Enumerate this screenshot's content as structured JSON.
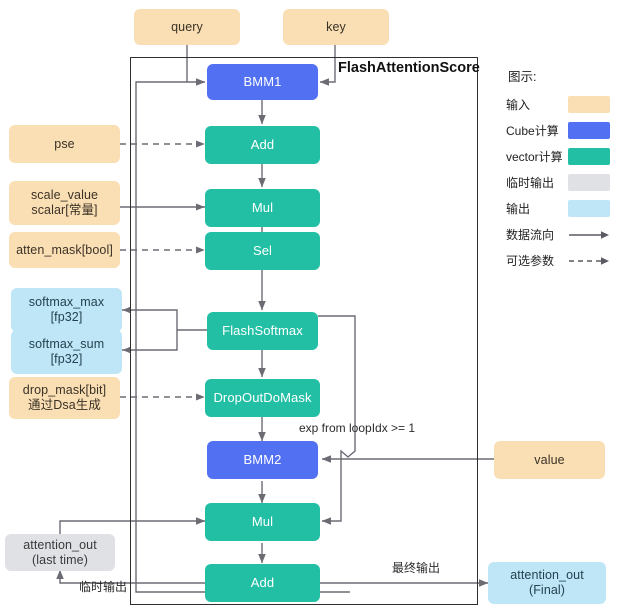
{
  "diagram": {
    "title": "FlashAttentionScore",
    "nodes": {
      "query": "query",
      "key": "key",
      "bmm1": "BMM1",
      "add1": "Add",
      "mul1": "Mul",
      "sel": "Sel",
      "flashsoftmax": "FlashSoftmax",
      "dropoutdomask": "DropOutDoMask",
      "bmm2": "BMM2",
      "mul2": "Mul",
      "add2": "Add",
      "pse": "pse",
      "scale_value": "scale_value\nscalar[常量]",
      "atten_mask": "atten_mask[bool]",
      "softmax_max": "softmax_max\n[fp32]",
      "softmax_sum": "softmax_sum\n[fp32]",
      "drop_mask": "drop_mask[bit]\n通过Dsa生成",
      "attention_out_last": "attention_out\n(last time)",
      "value": "value",
      "attention_out_final": "attention_out\n(Final)"
    },
    "edge_labels": {
      "exp_loop": "exp from loopIdx >= 1",
      "temp_output": "临时输出",
      "final_output": "最终输出"
    }
  },
  "legend": {
    "title": "图示:",
    "items": [
      {
        "label": "输入",
        "type": "swatch",
        "color": "#FADFB5"
      },
      {
        "label": "Cube计算",
        "type": "swatch",
        "color": "#5271F2"
      },
      {
        "label": "vector计算",
        "type": "swatch",
        "color": "#23BFA5"
      },
      {
        "label": "临时输出",
        "type": "swatch",
        "color": "#E0E1E5"
      },
      {
        "label": "输出",
        "type": "swatch",
        "color": "#BEE6F7"
      },
      {
        "label": "数据流向",
        "type": "arrow",
        "style": "solid"
      },
      {
        "label": "可选参数",
        "type": "arrow",
        "style": "dashed"
      }
    ]
  },
  "colors": {
    "input": "#FADFB5",
    "cube": "#5271F2",
    "vector": "#23BFA5",
    "temp": "#E0E1E5",
    "output": "#BEE6F7",
    "wire": "#6b6b74",
    "border": "#2f2f2f"
  }
}
